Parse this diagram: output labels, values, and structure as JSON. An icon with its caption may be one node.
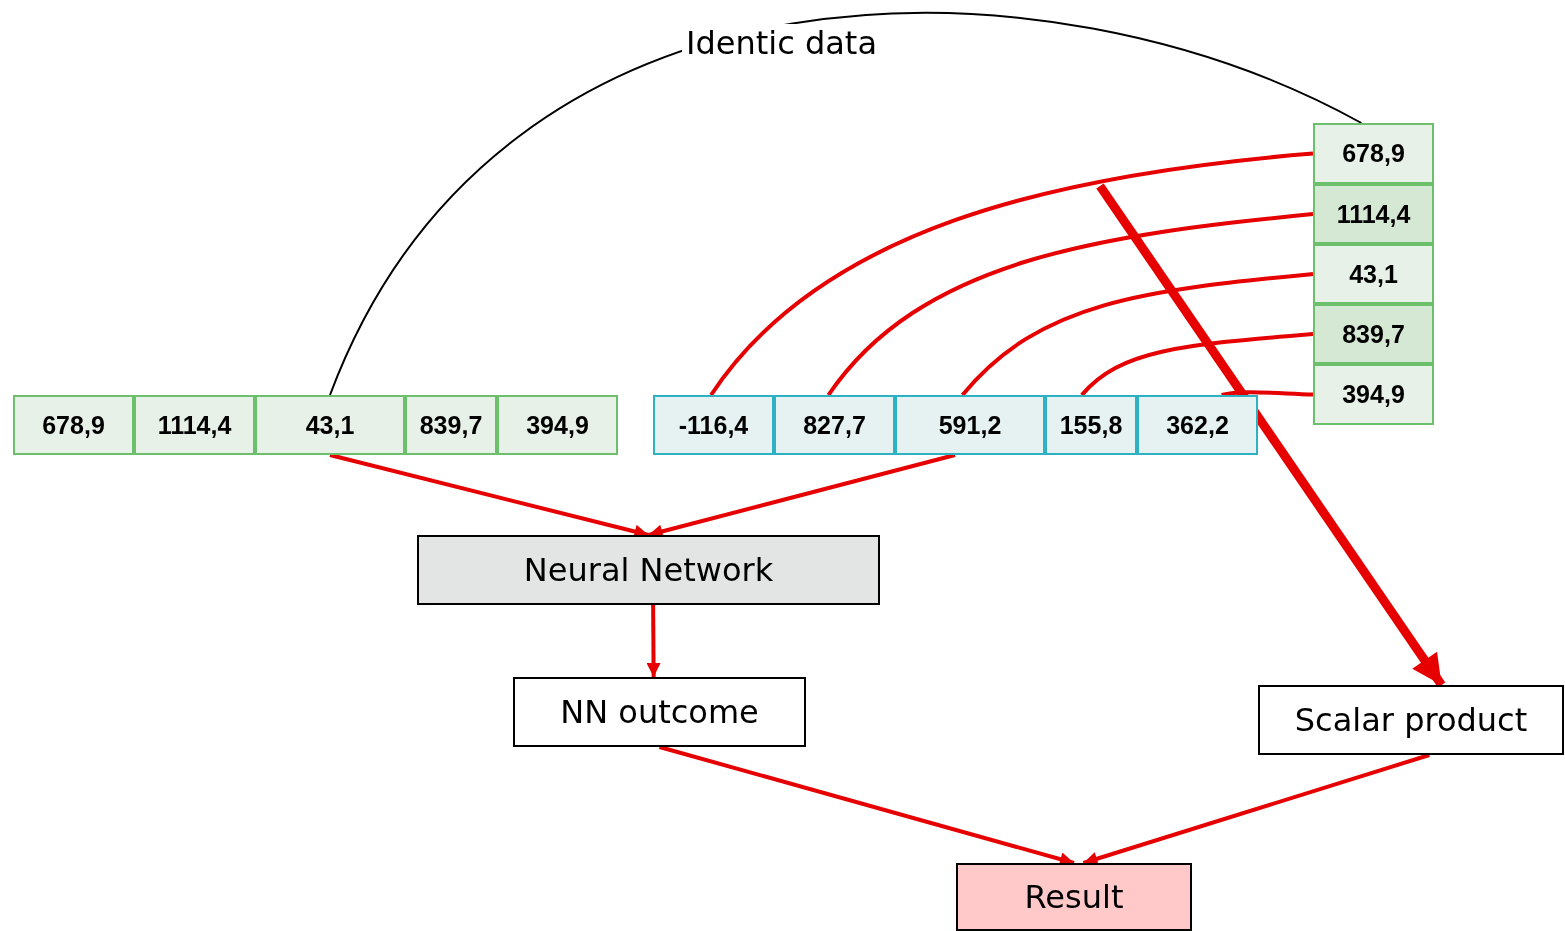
{
  "diagram": {
    "nodes": [
      {
        "text": [
          "678,9"
        ]
      },
      {
        "text": [
          "1114,4"
        ]
      },
      {
        "text": [
          "43,1"
        ]
      },
      {
        "text": [
          "839,7"
        ]
      },
      {
        "text": [
          "394,9"
        ]
      },
      {
        "text": [
          "-116,4"
        ]
      },
      {
        "text": [
          "827,7"
        ]
      },
      {
        "text": [
          "591,2"
        ]
      },
      {
        "text": [
          "155,8"
        ]
      },
      {
        "text": [
          "362,2"
        ]
      },
      {
        "text": [
          "678,9"
        ]
      },
      {
        "text": [
          "1114,4"
        ]
      },
      {
        "text": [
          "43,1"
        ]
      },
      {
        "text": [
          "839,7"
        ]
      },
      {
        "text": [
          "394,9"
        ]
      },
      {
        "text": [
          "Neural Network"
        ]
      },
      {
        "text": [
          "NN outcome"
        ]
      },
      {
        "text": [
          "Scalar product"
        ]
      },
      {
        "text": [
          "Result"
        ]
      }
    ],
    "edges": [
      {
        "from": 2,
        "to": 10,
        "arrow": "none",
        "label": "Identic data",
        "color": "#000000"
      },
      {
        "from": 10,
        "to": 5,
        "arrow": "none"
      },
      {
        "from": 11,
        "to": 6,
        "arrow": "none"
      },
      {
        "from": 12,
        "to": 7,
        "arrow": "none"
      },
      {
        "from": 13,
        "to": 8,
        "arrow": "none"
      },
      {
        "from": 14,
        "to": 9,
        "arrow": "none"
      },
      {
        "from": 2,
        "to": 15,
        "arrow": "to"
      },
      {
        "from": 7,
        "to": 15,
        "arrow": "to"
      },
      {
        "from": 15,
        "to": 16,
        "arrow": "to"
      },
      {
        "from": null,
        "to": 17,
        "arrow": "to",
        "style": "thick"
      },
      {
        "from": 16,
        "to": 18,
        "arrow": "to"
      },
      {
        "from": 17,
        "to": 18,
        "arrow": "to"
      }
    ]
  }
}
